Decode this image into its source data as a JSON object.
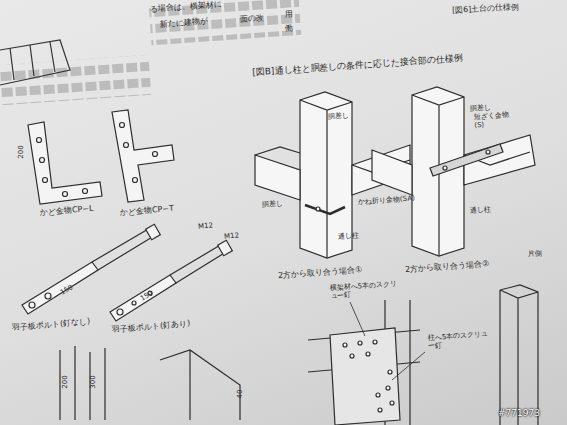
{
  "diagram": {
    "title": "[図B]通し柱と胴差しの条件に応じた接合部の仕様例",
    "labels": [
      "[図6]土台の仕様例",
      "る場合は、横架材に",
      "新たに建物が",
      "面の改",
      "用",
      "働",
      "かど金物CP−L",
      "かど金物CP−T",
      "200",
      "M12",
      "M12",
      "150",
      "150",
      "羽子板ボルト(釘なし)",
      "羽子板ボルト(釘あり)",
      "胴差し",
      "胴差し",
      "かね折り金物(SA)",
      "通し柱",
      "2方から取り合う場合①",
      "胴差し",
      "短ざく金物(S)",
      "通し柱",
      "2方から取り合う場合②",
      "片側",
      "横架材へ5本のスクリュー釘",
      "柱へ5本のスクリュー釘",
      "200",
      "300",
      "40",
      "#771973"
    ]
  }
}
